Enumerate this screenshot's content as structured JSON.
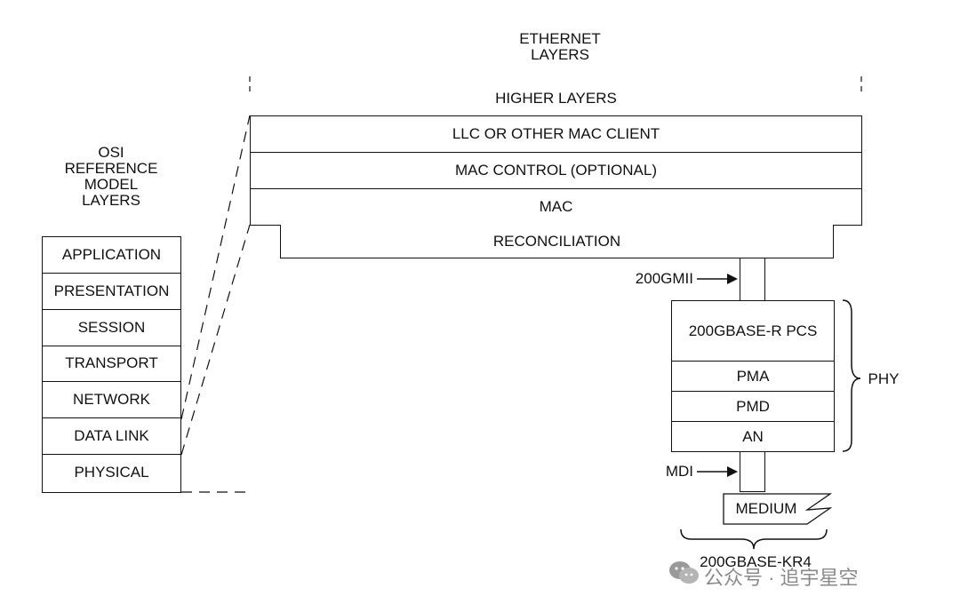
{
  "ethernet_title": "ETHERNET\nLAYERS",
  "osi_title": "OSI\nREFERENCE\nMODEL\nLAYERS",
  "osi_layers": [
    "APPLICATION",
    "PRESENTATION",
    "SESSION",
    "TRANSPORT",
    "NETWORK",
    "DATA LINK",
    "PHYSICAL"
  ],
  "ethernet_layers": {
    "higher": "HIGHER LAYERS",
    "llc": "LLC OR OTHER MAC CLIENT",
    "mac_control": "MAC CONTROL (OPTIONAL)",
    "mac": "MAC",
    "reconciliation": "RECONCILIATION"
  },
  "phy_stack": {
    "pcs": "200GBASE-R PCS",
    "pma": "PMA",
    "pmd": "PMD",
    "an": "AN"
  },
  "labels": {
    "gmii": "200GMII",
    "phy": "PHY",
    "mdi": "MDI",
    "medium": "MEDIUM",
    "kr4": "200GBASE-KR4"
  },
  "watermark": {
    "text": "公众号 · 追宇星空",
    "icon": "wechat-icon"
  }
}
